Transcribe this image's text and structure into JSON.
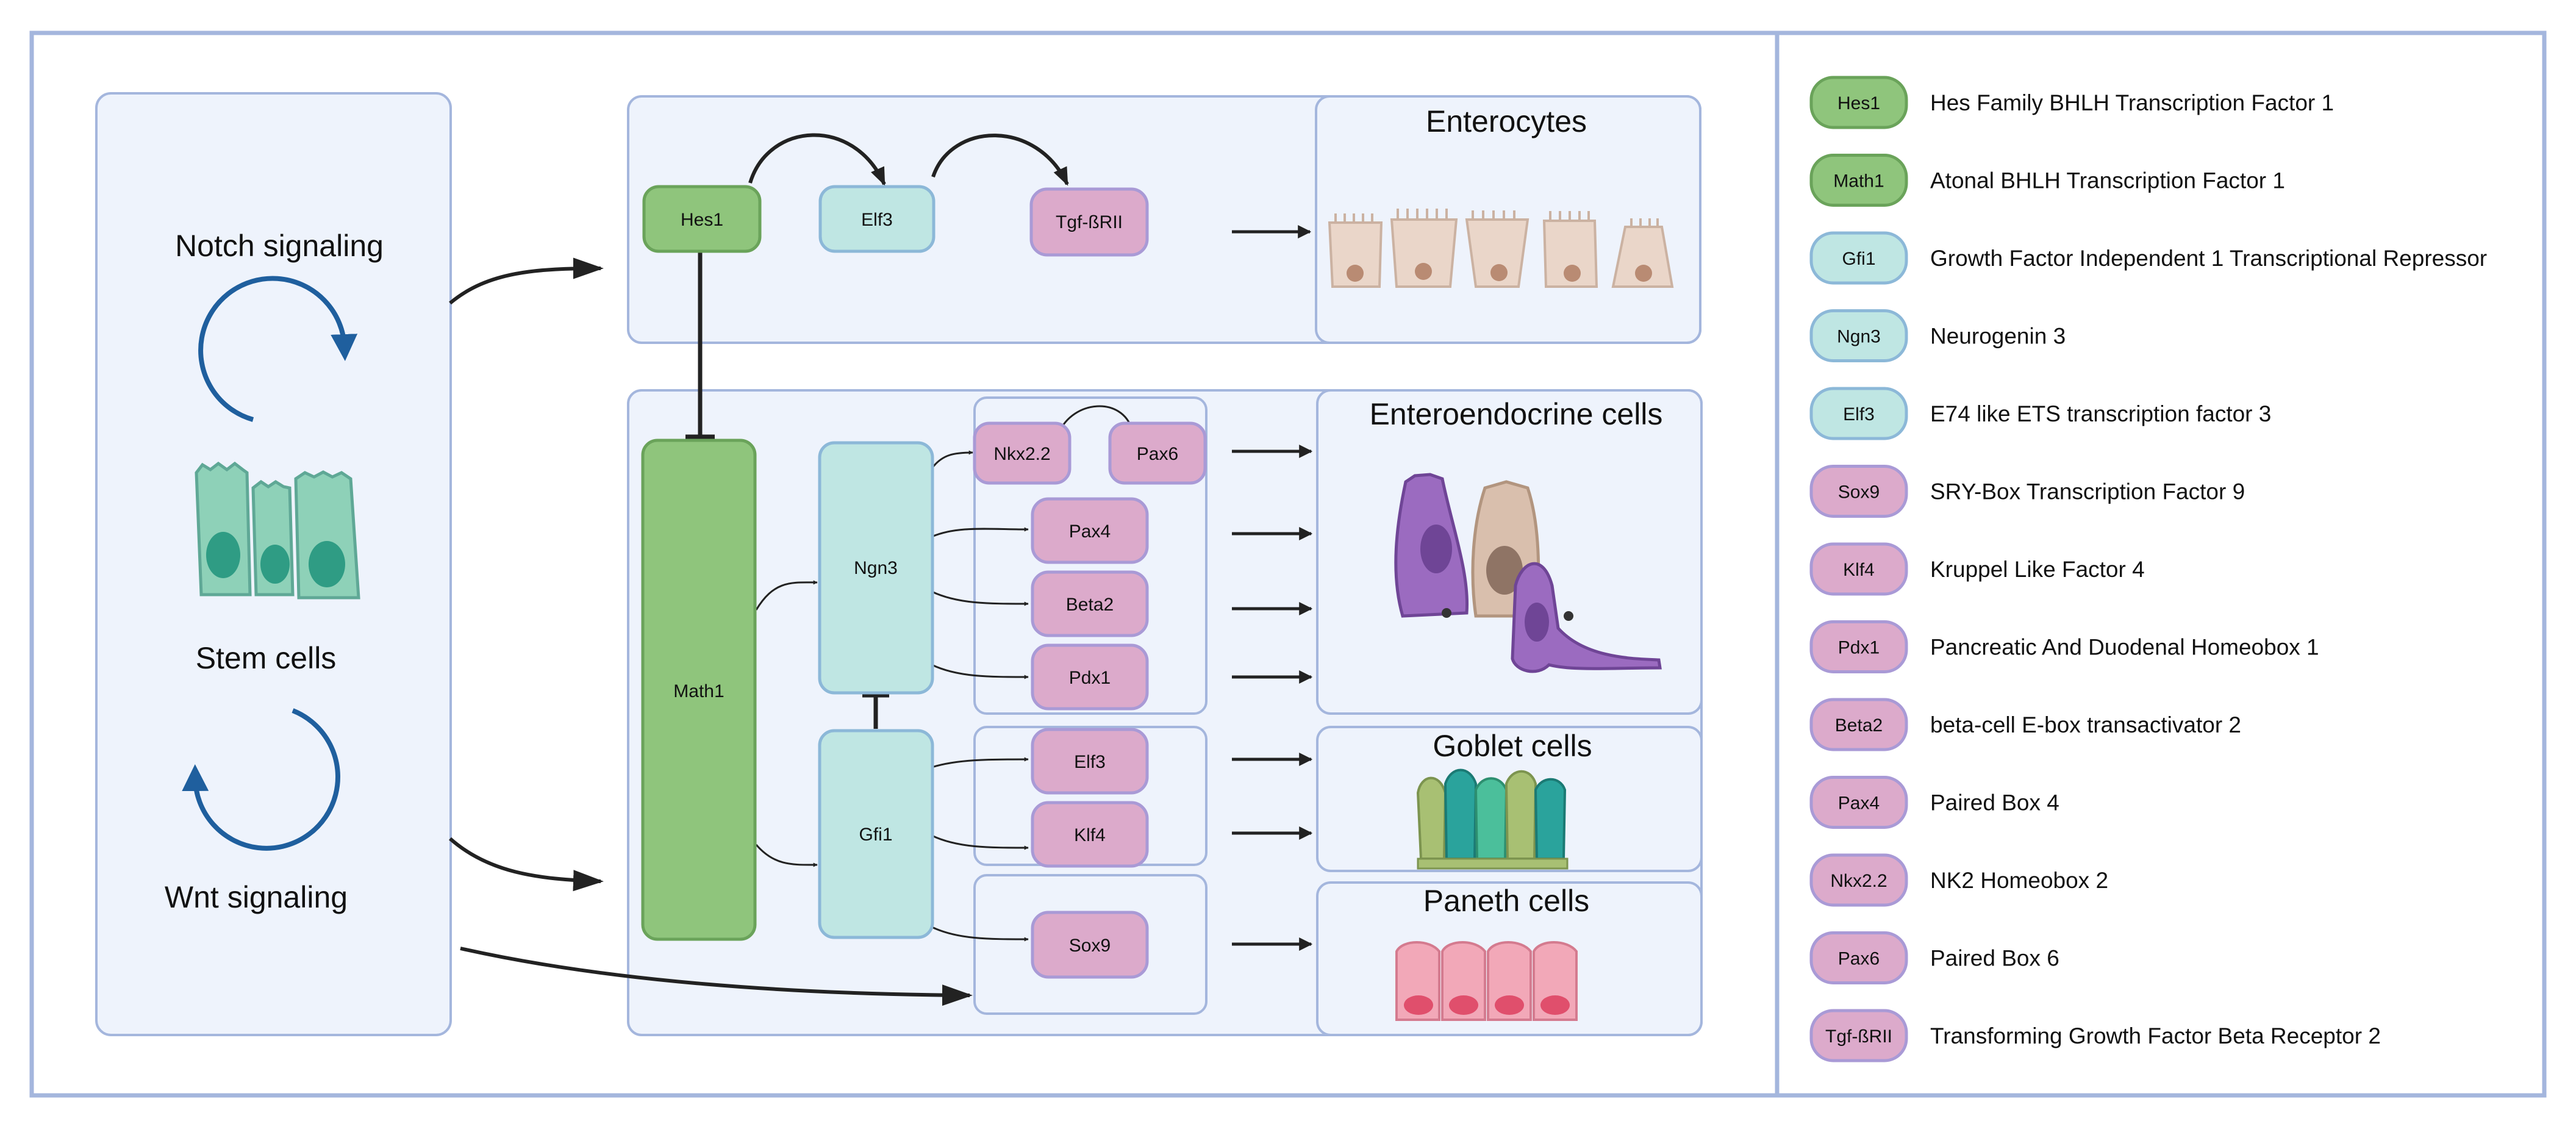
{
  "left_panel": {
    "notch": "Notch signaling",
    "stem": "Stem cells",
    "wnt": "Wnt signaling"
  },
  "cell_types": {
    "enterocytes": "Enterocytes",
    "enteroendocrine": "Enteroendocrine cells",
    "goblet": "Goblet cells",
    "paneth": "Paneth cells"
  },
  "nodes": {
    "hes1": "Hes1",
    "elf3_top": "Elf3",
    "tgf": "Tgf-ßRII",
    "math1": "Math1",
    "ngn3": "Ngn3",
    "gfi1": "Gfi1",
    "nkx22": "Nkx2.2",
    "pax6": "Pax6",
    "pax4": "Pax4",
    "beta2": "Beta2",
    "pdx1": "Pdx1",
    "elf3_goblet": "Elf3",
    "klf4": "Klf4",
    "sox9": "Sox9"
  },
  "legend": [
    {
      "abbr": "Hes1",
      "desc": "Hes Family BHLH Transcription Factor 1",
      "kind": "green"
    },
    {
      "abbr": "Math1",
      "desc": "Atonal BHLH Transcription Factor 1",
      "kind": "green"
    },
    {
      "abbr": "Gfi1",
      "desc": "Growth Factor Independent 1 Transcriptional Repressor",
      "kind": "teal"
    },
    {
      "abbr": "Ngn3",
      "desc": "Neurogenin 3",
      "kind": "teal"
    },
    {
      "abbr": "Elf3",
      "desc": "E74 like ETS transcription factor 3",
      "kind": "teal"
    },
    {
      "abbr": "Sox9",
      "desc": "SRY-Box Transcription Factor 9",
      "kind": "pink"
    },
    {
      "abbr": "Klf4",
      "desc": "Kruppel Like Factor 4",
      "kind": "pink"
    },
    {
      "abbr": "Pdx1",
      "desc": "Pancreatic And Duodenal Homeobox 1",
      "kind": "pink"
    },
    {
      "abbr": "Beta2",
      "desc": "beta-cell E-box transactivator 2",
      "kind": "pink"
    },
    {
      "abbr": "Pax4",
      "desc": "Paired Box 4",
      "kind": "pink"
    },
    {
      "abbr": "Nkx2.2",
      "desc": "NK2 Homeobox 2",
      "kind": "pink"
    },
    {
      "abbr": "Pax6",
      "desc": "Paired Box 6",
      "kind": "pink"
    },
    {
      "abbr": "Tgf-ßRII",
      "desc": "Transforming Growth Factor Beta Receptor 2",
      "kind": "pink"
    }
  ],
  "colors": {
    "frame": "#a4b6dd",
    "panel_fill": "#eef3fc",
    "green_fill": "#8fc57c",
    "green_stroke": "#6aa35a",
    "teal_fill": "#bfe6e3",
    "teal_stroke": "#8cb8d8",
    "pink_fill": "#dcaacb",
    "pink_stroke": "#a99ad6",
    "arrow": "#222222",
    "cycle": "#1f5f9e"
  }
}
